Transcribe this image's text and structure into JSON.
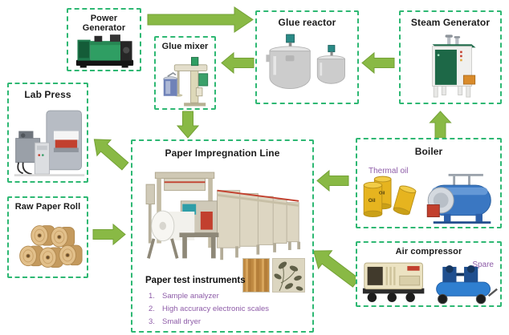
{
  "boxes": {
    "power_generator": {
      "title": "Power Generator",
      "image": "power-generator"
    },
    "glue_mixer": {
      "title": "Glue mixer",
      "image": "glue-mixer"
    },
    "glue_reactor": {
      "title": "Glue reactor",
      "image": "glue-reactor-vessels"
    },
    "steam_generator": {
      "title": "Steam Generator",
      "image": "steam-generator"
    },
    "lab_press": {
      "title": "Lab Press",
      "image": "lab-press"
    },
    "raw_paper_roll": {
      "title": "Raw Paper Roll",
      "image": "raw-paper-rolls"
    },
    "paper_impregnation_line": {
      "title": "Paper Impregnation Line",
      "image": "impregnation-line-machine",
      "swatches": [
        "wood-grain-sample",
        "floral-decor-paper-sample"
      ],
      "instruments_heading": "Paper test instruments",
      "instruments": [
        {
          "num": "1.",
          "label": "Sample analyzer"
        },
        {
          "num": "2.",
          "label": "High accuracy electronic scales"
        },
        {
          "num": "3.",
          "label": "Small dryer"
        }
      ]
    },
    "boiler": {
      "title": "Boiler",
      "note": "Thermal oil",
      "drum_label": "Oil",
      "image": "oil-drums-and-boiler"
    },
    "air_compressor": {
      "title": "Air compressor",
      "note": "Spare",
      "image": "air-compressors"
    }
  },
  "connections": [
    {
      "from": "power_generator",
      "to": "glue_reactor"
    },
    {
      "from": "glue_reactor",
      "to": "glue_mixer"
    },
    {
      "from": "steam_generator",
      "to": "glue_reactor"
    },
    {
      "from": "glue_mixer",
      "to": "paper_impregnation_line"
    },
    {
      "from": "boiler",
      "to": "steam_generator"
    },
    {
      "from": "boiler",
      "to": "paper_impregnation_line"
    },
    {
      "from": "raw_paper_roll",
      "to": "paper_impregnation_line"
    },
    {
      "from": "paper_impregnation_line",
      "to": "lab_press"
    },
    {
      "from": "air_compressor",
      "to": "paper_impregnation_line"
    }
  ],
  "colors": {
    "box_border": "#2eb873",
    "arrow_fill": "#89b945",
    "note_text": "#8e5ca8",
    "title_text": "#1b1b1b",
    "background": "#ffffff"
  }
}
